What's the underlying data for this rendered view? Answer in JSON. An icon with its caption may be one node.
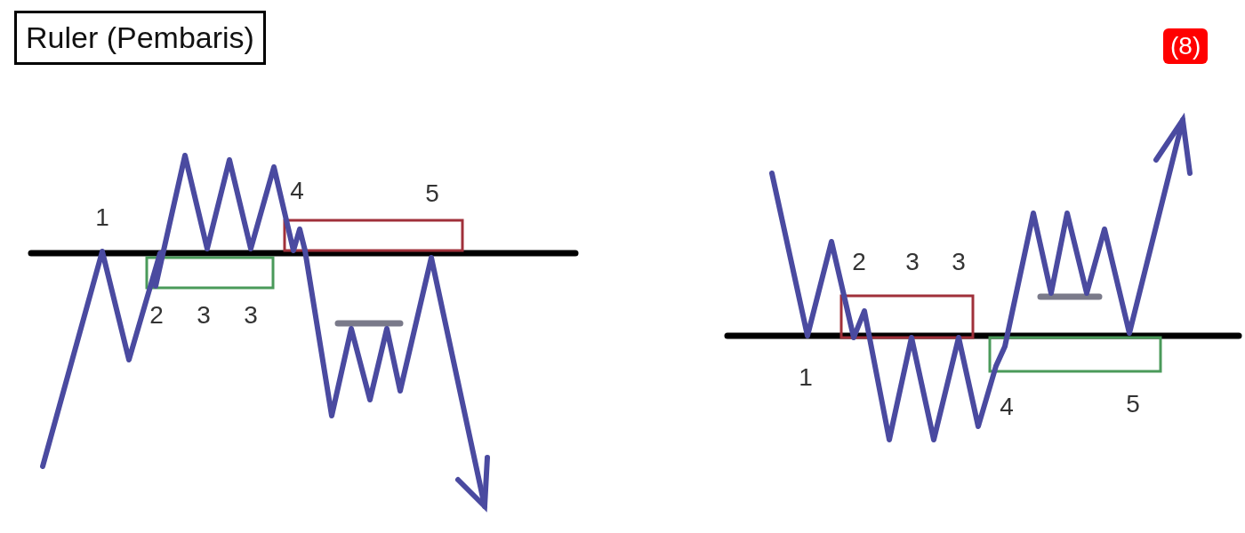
{
  "diagram": {
    "title": "Ruler (Pembaris)",
    "labels": [
      "(8)",
      "4",
      "5",
      "1",
      "2",
      "3",
      "3",
      "2",
      "3",
      "3",
      "1",
      "4",
      "5"
    ]
  }
}
